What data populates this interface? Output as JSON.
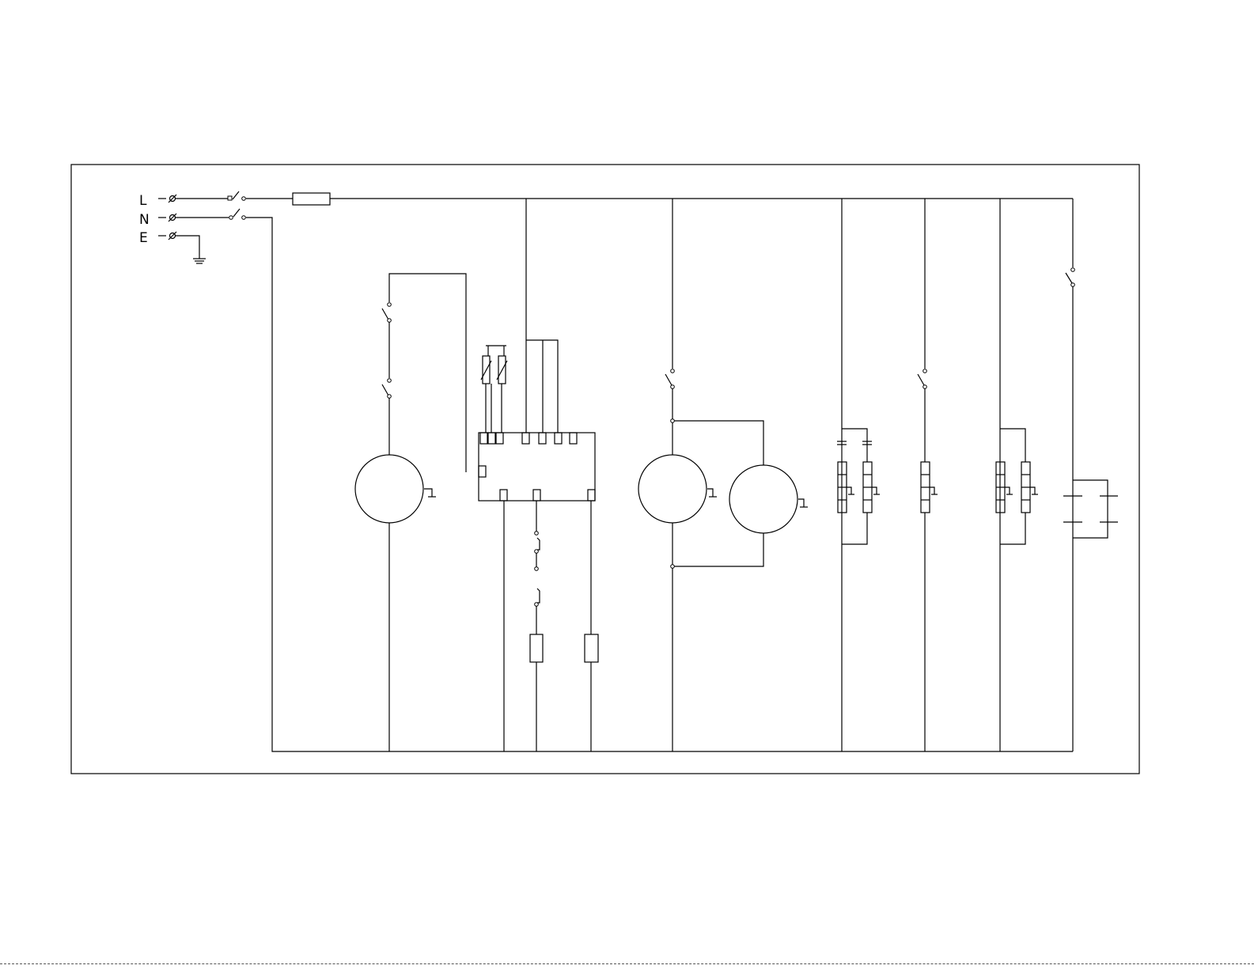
{
  "terminals": {
    "line": "L",
    "neutral": "N",
    "earth": "E"
  },
  "colors": {
    "wire": "#000000",
    "background": "#ffffff"
  }
}
